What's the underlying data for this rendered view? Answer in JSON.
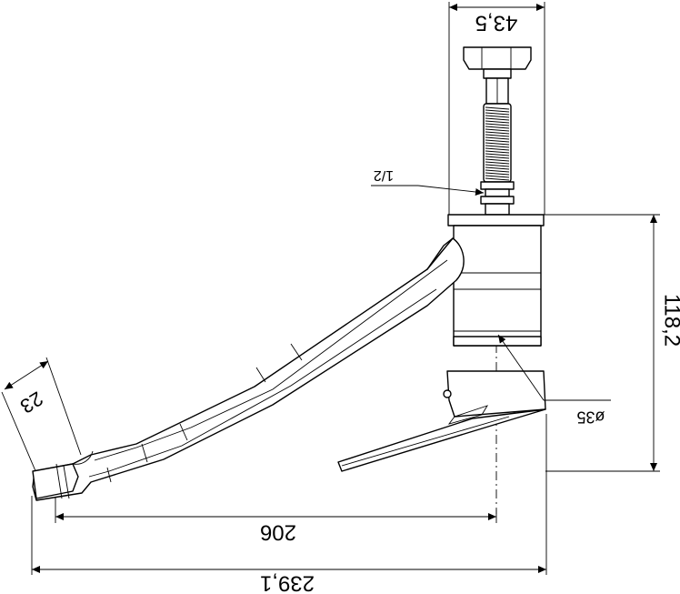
{
  "dimensions": {
    "top_width": "43,5",
    "height": "118,2",
    "bottom_inner": "206",
    "bottom_total": "239,1",
    "spout_tip": "23"
  },
  "callouts": {
    "thread": "1/2",
    "diameter": "ø35"
  }
}
